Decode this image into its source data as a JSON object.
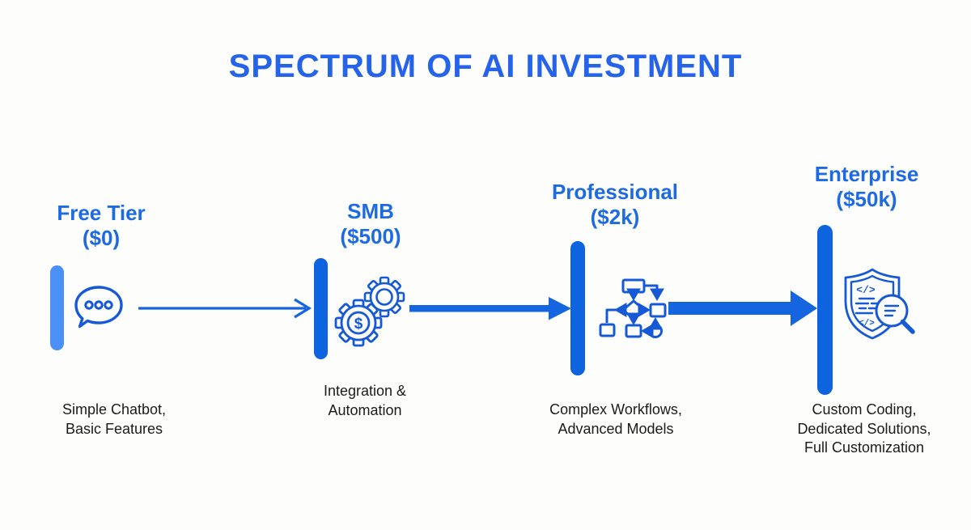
{
  "title": "SPECTRUM OF AI INVESTMENT",
  "colors": {
    "title_blue": "#2563eb",
    "label_blue": "#1d6ae3",
    "primary_blue": "#0e63df",
    "light_bar_blue": "#4a90f7",
    "icon_stroke_blue": "#1659d6",
    "description_text": "#1b1b1b",
    "background": "#fdfdfc"
  },
  "tiers": [
    {
      "name": "Free Tier",
      "price": "($0)",
      "description": "Simple Chatbot,\nBasic Features",
      "icon": "chat-bubble-icon"
    },
    {
      "name": "SMB",
      "price": "($500)",
      "description": "Integration &\nAutomation",
      "icon": "dollar-gears-icon",
      "icon_text": "$"
    },
    {
      "name": "Professional",
      "price": "($2k)",
      "description": "Complex Workflows,\nAdvanced Models",
      "icon": "workflow-icon"
    },
    {
      "name": "Enterprise",
      "price": "($50k)",
      "description": "Custom Coding,\nDedicated Solutions,\nFull Customization",
      "icon": "shield-code-icon",
      "icon_text": "</>"
    }
  ]
}
